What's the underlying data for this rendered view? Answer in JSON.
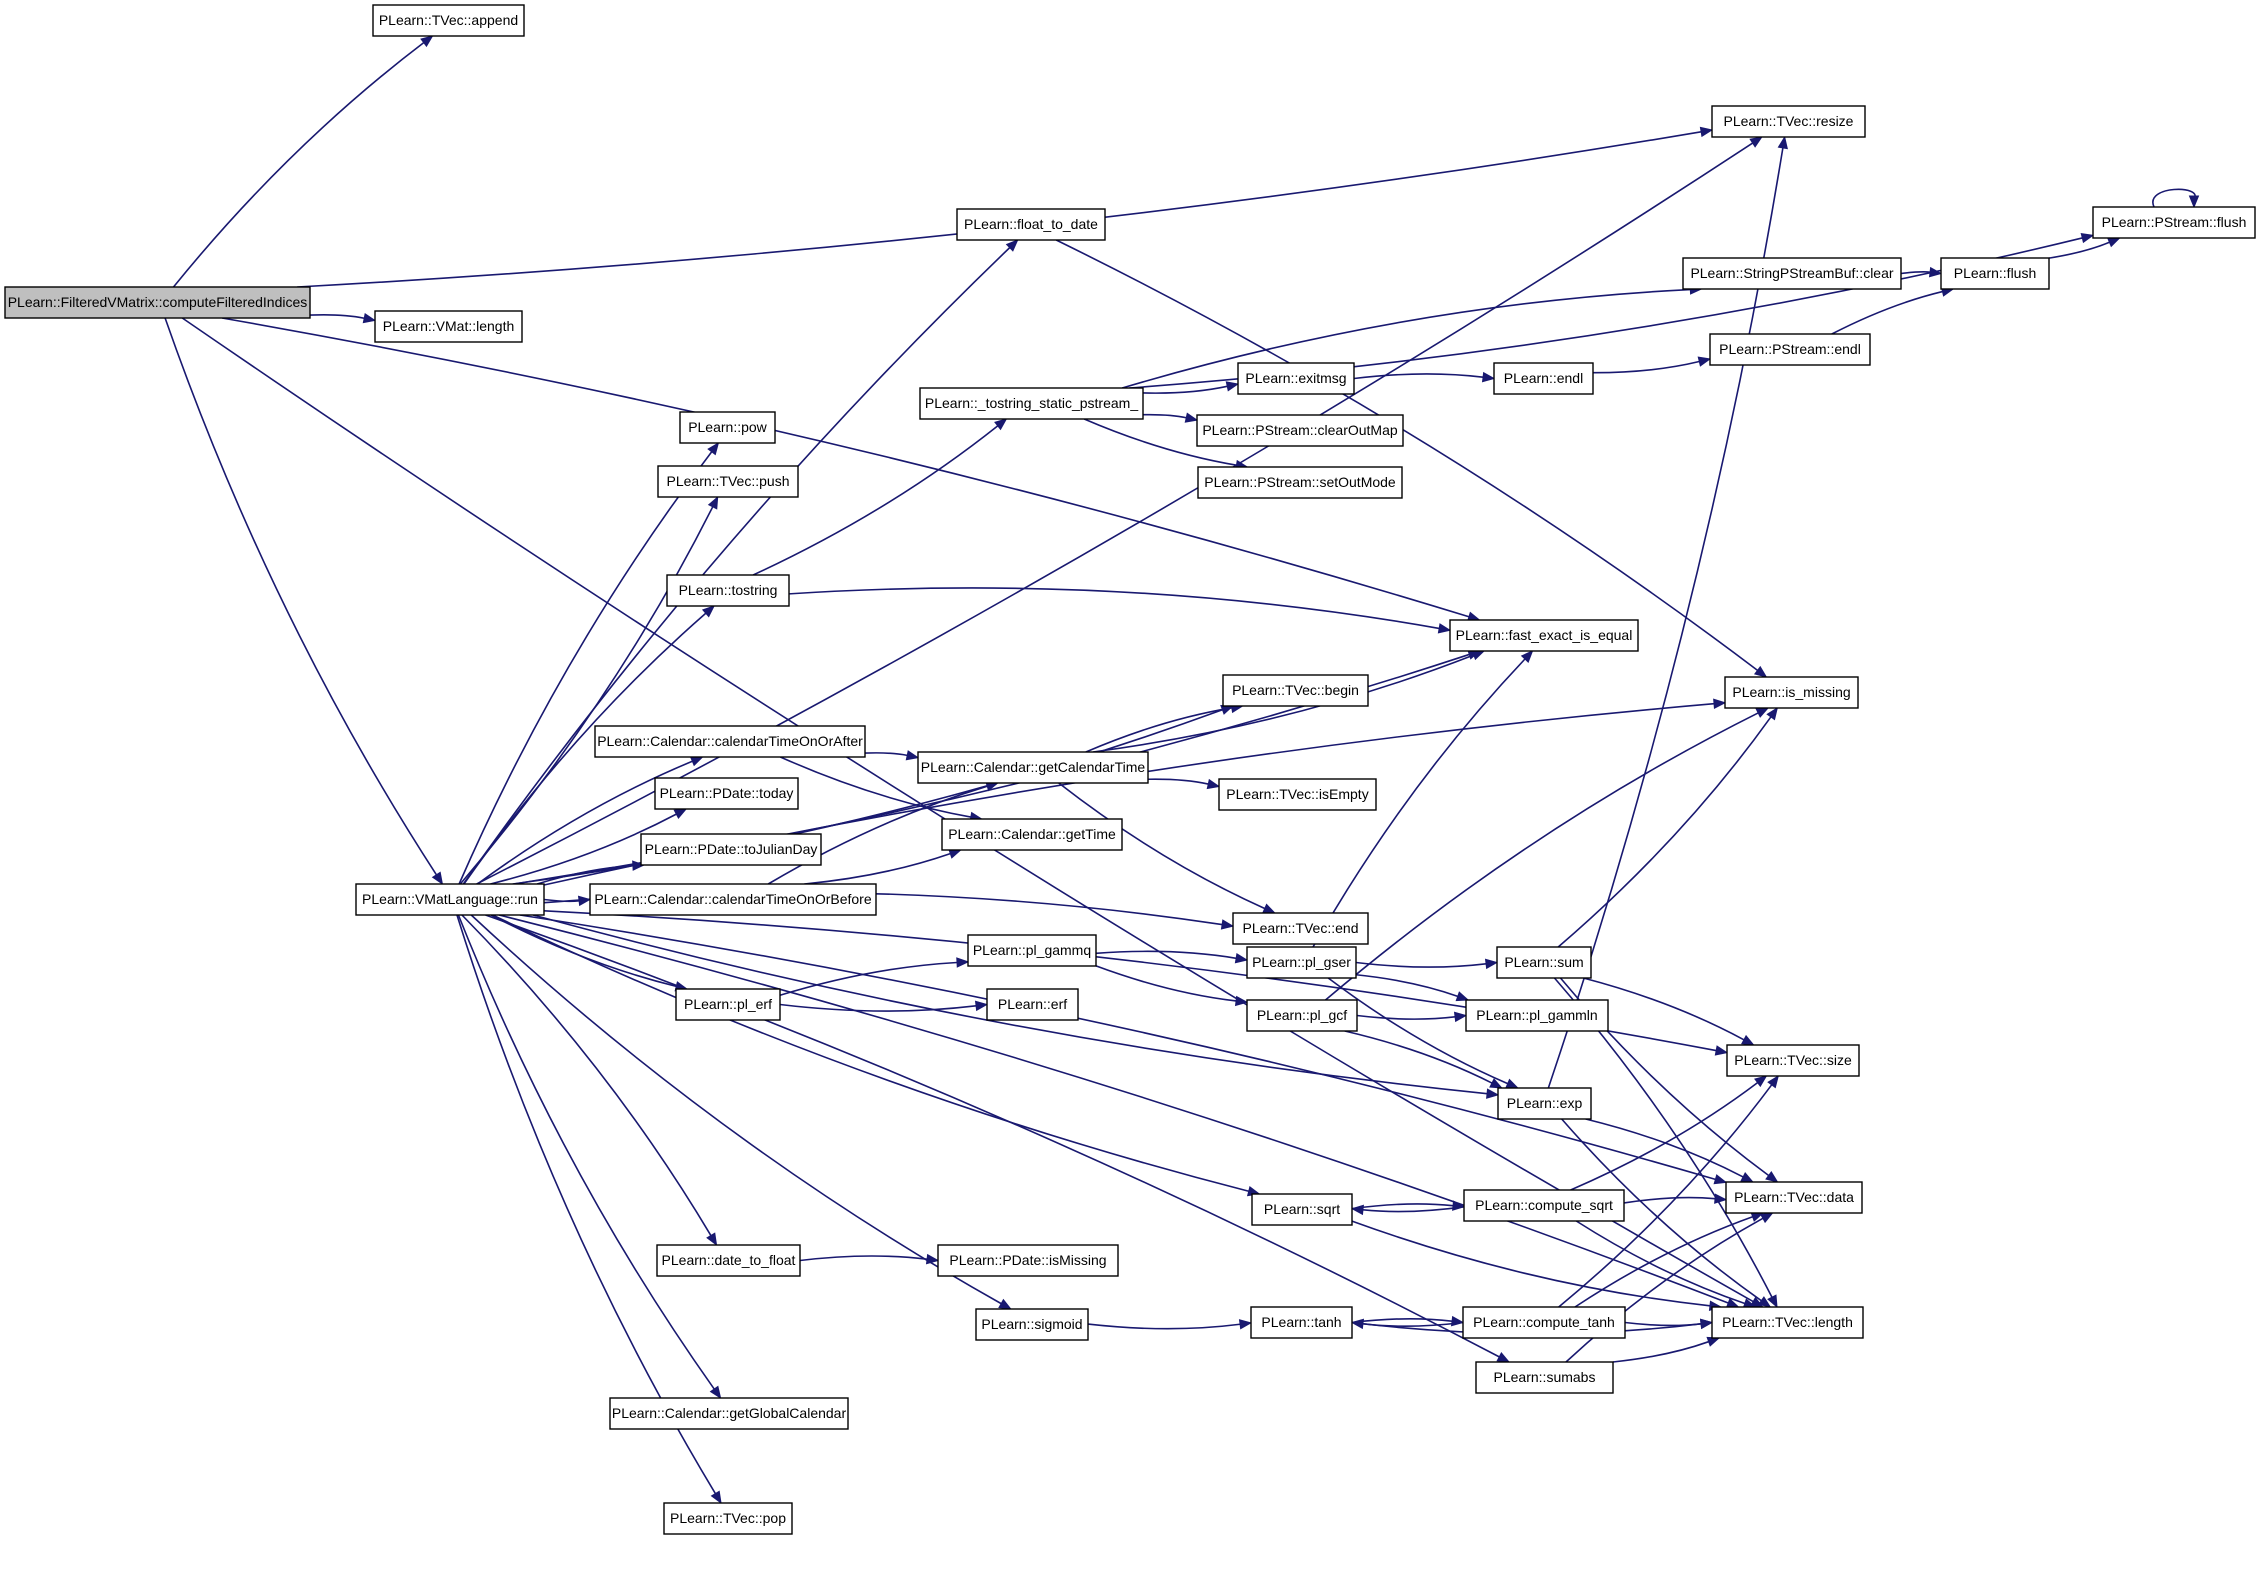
{
  "diagram": {
    "nodes": [
      {
        "id": "root",
        "label": "PLearn::FilteredVMatrix::computeFilteredIndices",
        "root": true
      },
      {
        "id": "append",
        "label": "PLearn::TVec::append"
      },
      {
        "id": "resize",
        "label": "PLearn::TVec::resize"
      },
      {
        "id": "vmlength",
        "label": "PLearn::VMat::length"
      },
      {
        "id": "run",
        "label": "PLearn::VMatLanguage::run"
      },
      {
        "id": "float_to_date",
        "label": "PLearn::float_to_date"
      },
      {
        "id": "pstream_flush",
        "label": "PLearn::PStream::flush"
      },
      {
        "id": "spsb_clear",
        "label": "PLearn::StringPStreamBuf::clear"
      },
      {
        "id": "flush",
        "label": "PLearn::flush"
      },
      {
        "id": "pstream_endl",
        "label": "PLearn::PStream::endl"
      },
      {
        "id": "tostring_static",
        "label": "PLearn::_tostring_static_pstream_"
      },
      {
        "id": "exitmsg",
        "label": "PLearn::exitmsg"
      },
      {
        "id": "endl",
        "label": "PLearn::endl"
      },
      {
        "id": "clearOutMap",
        "label": "PLearn::PStream::clearOutMap"
      },
      {
        "id": "setOutMode",
        "label": "PLearn::PStream::setOutMode"
      },
      {
        "id": "pow",
        "label": "PLearn::pow"
      },
      {
        "id": "push",
        "label": "PLearn::TVec::push"
      },
      {
        "id": "tostring",
        "label": "PLearn::tostring"
      },
      {
        "id": "fast_exact",
        "label": "PLearn::fast_exact_is_equal"
      },
      {
        "id": "is_missing",
        "label": "PLearn::is_missing"
      },
      {
        "id": "begin",
        "label": "PLearn::TVec::begin"
      },
      {
        "id": "ctoa",
        "label": "PLearn::Calendar::calendarTimeOnOrAfter"
      },
      {
        "id": "getCalendarTime",
        "label": "PLearn::Calendar::getCalendarTime"
      },
      {
        "id": "isEmpty",
        "label": "PLearn::TVec::isEmpty"
      },
      {
        "id": "today",
        "label": "PLearn::PDate::today"
      },
      {
        "id": "getTime",
        "label": "PLearn::Calendar::getTime"
      },
      {
        "id": "toJulianDay",
        "label": "PLearn::PDate::toJulianDay"
      },
      {
        "id": "end",
        "label": "PLearn::TVec::end"
      },
      {
        "id": "ctob",
        "label": "PLearn::Calendar::calendarTimeOnOrBefore"
      },
      {
        "id": "pl_gammq",
        "label": "PLearn::pl_gammq"
      },
      {
        "id": "pl_gser",
        "label": "PLearn::pl_gser"
      },
      {
        "id": "sum",
        "label": "PLearn::sum"
      },
      {
        "id": "pl_erf",
        "label": "PLearn::pl_erf"
      },
      {
        "id": "erf",
        "label": "PLearn::erf"
      },
      {
        "id": "pl_gcf",
        "label": "PLearn::pl_gcf"
      },
      {
        "id": "pl_gammln",
        "label": "PLearn::pl_gammln"
      },
      {
        "id": "size",
        "label": "PLearn::TVec::size"
      },
      {
        "id": "exp",
        "label": "PLearn::exp"
      },
      {
        "id": "data",
        "label": "PLearn::TVec::data"
      },
      {
        "id": "sqrt",
        "label": "PLearn::sqrt"
      },
      {
        "id": "compute_sqrt",
        "label": "PLearn::compute_sqrt"
      },
      {
        "id": "date_to_float",
        "label": "PLearn::date_to_float"
      },
      {
        "id": "isMissing",
        "label": "PLearn::PDate::isMissing"
      },
      {
        "id": "sigmoid",
        "label": "PLearn::sigmoid"
      },
      {
        "id": "tanh",
        "label": "PLearn::tanh"
      },
      {
        "id": "compute_tanh",
        "label": "PLearn::compute_tanh"
      },
      {
        "id": "tveclength",
        "label": "PLearn::TVec::length"
      },
      {
        "id": "sumabs",
        "label": "PLearn::sumabs"
      },
      {
        "id": "getGlobalCalendar",
        "label": "PLearn::Calendar::getGlobalCalendar"
      },
      {
        "id": "pop",
        "label": "PLearn::TVec::pop"
      }
    ],
    "edges": [
      [
        "root",
        "append"
      ],
      [
        "root",
        "resize"
      ],
      [
        "root",
        "vmlength"
      ],
      [
        "root",
        "run"
      ],
      [
        "root",
        "fast_exact"
      ],
      [
        "root",
        "tveclength"
      ],
      [
        "run",
        "float_to_date"
      ],
      [
        "run",
        "resize"
      ],
      [
        "run",
        "pow"
      ],
      [
        "run",
        "push"
      ],
      [
        "run",
        "tostring"
      ],
      [
        "run",
        "fast_exact"
      ],
      [
        "run",
        "is_missing"
      ],
      [
        "run",
        "begin"
      ],
      [
        "run",
        "ctoa"
      ],
      [
        "run",
        "today"
      ],
      [
        "run",
        "toJulianDay"
      ],
      [
        "run",
        "ctob"
      ],
      [
        "run",
        "size"
      ],
      [
        "run",
        "pl_erf"
      ],
      [
        "run",
        "end"
      ],
      [
        "run",
        "exp"
      ],
      [
        "run",
        "data"
      ],
      [
        "run",
        "sqrt"
      ],
      [
        "run",
        "date_to_float"
      ],
      [
        "run",
        "sigmoid"
      ],
      [
        "run",
        "sumabs"
      ],
      [
        "run",
        "getGlobalCalendar"
      ],
      [
        "run",
        "tveclength"
      ],
      [
        "run",
        "pop"
      ],
      [
        "float_to_date",
        "is_missing"
      ],
      [
        "tostring",
        "tostring_static"
      ],
      [
        "tostring",
        "fast_exact"
      ],
      [
        "tostring_static",
        "pstream_flush"
      ],
      [
        "tostring_static",
        "spsb_clear"
      ],
      [
        "tostring_static",
        "exitmsg"
      ],
      [
        "tostring_static",
        "clearOutMap"
      ],
      [
        "tostring_static",
        "setOutMode"
      ],
      [
        "spsb_clear",
        "flush"
      ],
      [
        "flush",
        "pstream_flush"
      ],
      [
        "pstream_endl",
        "flush"
      ],
      [
        "pstream_flush",
        "pstream_flush"
      ],
      [
        "exitmsg",
        "endl"
      ],
      [
        "endl",
        "pstream_endl"
      ],
      [
        "ctoa",
        "getCalendarTime"
      ],
      [
        "ctoa",
        "getTime"
      ],
      [
        "ctob",
        "getCalendarTime"
      ],
      [
        "ctob",
        "getTime"
      ],
      [
        "getCalendarTime",
        "begin"
      ],
      [
        "getCalendarTime",
        "fast_exact"
      ],
      [
        "getCalendarTime",
        "isEmpty"
      ],
      [
        "getCalendarTime",
        "end"
      ],
      [
        "pl_erf",
        "pl_gammq"
      ],
      [
        "pl_erf",
        "erf"
      ],
      [
        "pl_gammq",
        "pl_gser"
      ],
      [
        "pl_gammq",
        "pl_gcf"
      ],
      [
        "pl_gser",
        "fast_exact"
      ],
      [
        "pl_gser",
        "sum"
      ],
      [
        "pl_gser",
        "pl_gammln"
      ],
      [
        "pl_gser",
        "exp"
      ],
      [
        "pl_gcf",
        "is_missing"
      ],
      [
        "pl_gcf",
        "pl_gammln"
      ],
      [
        "pl_gcf",
        "exp"
      ],
      [
        "sum",
        "is_missing"
      ],
      [
        "sum",
        "size"
      ],
      [
        "sum",
        "data"
      ],
      [
        "sum",
        "tveclength"
      ],
      [
        "exp",
        "resize"
      ],
      [
        "exp",
        "data"
      ],
      [
        "exp",
        "tveclength"
      ],
      [
        "sqrt",
        "compute_sqrt"
      ],
      [
        "sqrt",
        "tveclength"
      ],
      [
        "compute_sqrt",
        "sqrt"
      ],
      [
        "compute_sqrt",
        "size"
      ],
      [
        "compute_sqrt",
        "data"
      ],
      [
        "compute_sqrt",
        "tveclength"
      ],
      [
        "date_to_float",
        "isMissing"
      ],
      [
        "sigmoid",
        "tanh"
      ],
      [
        "tanh",
        "compute_tanh"
      ],
      [
        "tanh",
        "tveclength"
      ],
      [
        "compute_tanh",
        "tanh"
      ],
      [
        "compute_tanh",
        "size"
      ],
      [
        "compute_tanh",
        "data"
      ],
      [
        "compute_tanh",
        "tveclength"
      ],
      [
        "sumabs",
        "data"
      ],
      [
        "sumabs",
        "tveclength"
      ]
    ],
    "colors": {
      "edge": "#191970",
      "node_border": "#000000",
      "root_fill": "#bfbfbf",
      "node_fill": "#ffffff"
    }
  }
}
